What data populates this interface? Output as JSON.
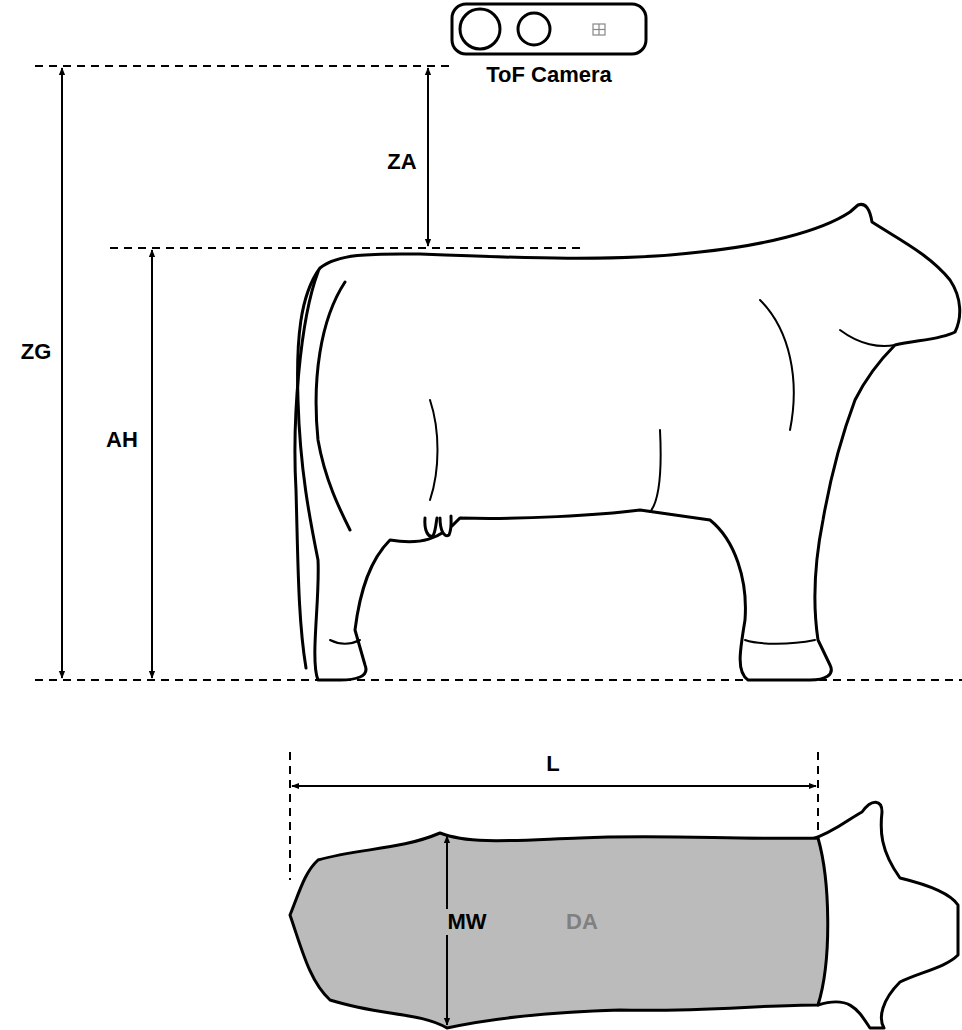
{
  "diagram": {
    "nodes": [
      {
        "text": [
          "ToF Camera"
        ]
      }
    ],
    "labels": [
      "ZA",
      "ZG",
      "AH",
      "L",
      "MW",
      "DA"
    ]
  }
}
